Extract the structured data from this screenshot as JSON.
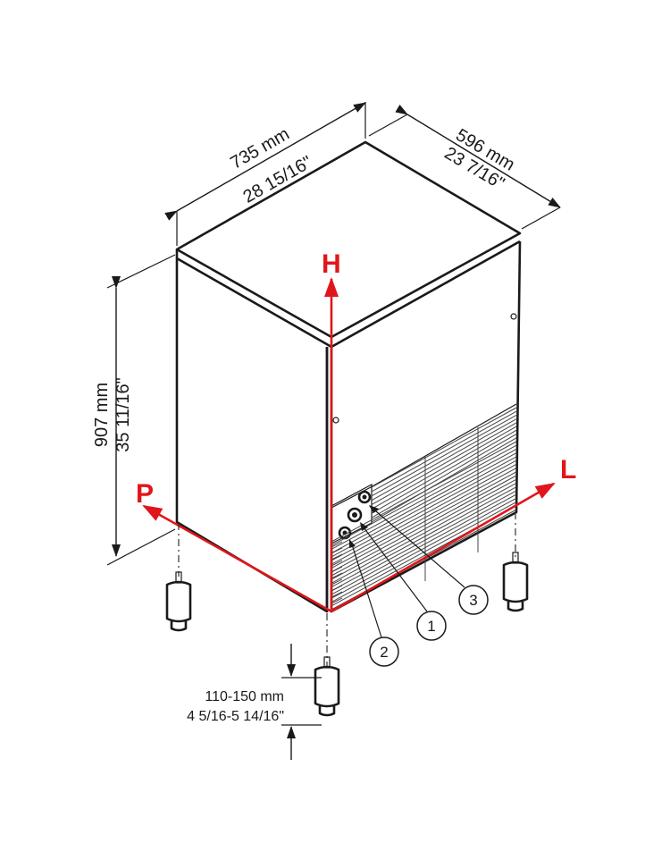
{
  "dimensions": {
    "width": {
      "mm": "735 mm",
      "inch": "28 15/16\""
    },
    "depth": {
      "mm": "596 mm",
      "inch": "23 7/16\""
    },
    "height": {
      "mm": "907 mm",
      "inch": "35 11/16\""
    },
    "feet": {
      "mm": "110-150 mm",
      "inch": "4 5/16-5 14/16\""
    }
  },
  "axes": {
    "h": "H",
    "l": "L",
    "p": "P"
  },
  "callouts": [
    "1",
    "2",
    "3"
  ],
  "colors": {
    "axis": "#e0161c",
    "line": "#1a1a1a"
  }
}
